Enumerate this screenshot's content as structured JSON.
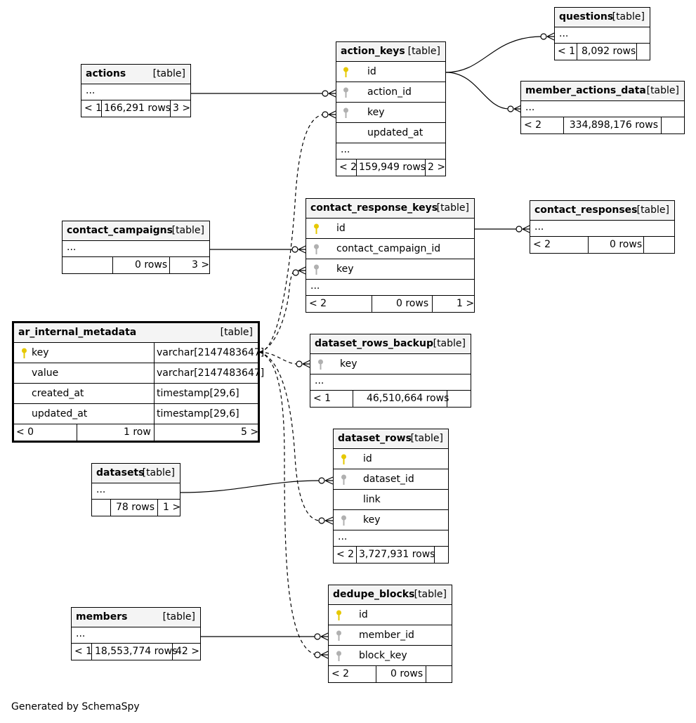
{
  "colors": {
    "primary_key": "#e6c800",
    "foreign_key": "#b0b0b0",
    "line": "#000000",
    "header_bg": "#f4f4f4"
  },
  "tables": {
    "questions": {
      "name": "questions",
      "type": "[table]",
      "ellipsis": "...",
      "parents": "< 1",
      "rows": "8,092 rows",
      "children": ""
    },
    "action_keys": {
      "name": "action_keys",
      "type": "[table]",
      "columns": [
        {
          "name": "id",
          "key": "primary"
        },
        {
          "name": "action_id",
          "key": "foreign"
        },
        {
          "name": "key",
          "key": "foreign"
        },
        {
          "name": "updated_at",
          "key": ""
        }
      ],
      "ellipsis": "...",
      "parents": "< 2",
      "rows": "159,949 rows",
      "children": "2 >"
    },
    "actions": {
      "name": "actions",
      "type": "[table]",
      "ellipsis": "...",
      "parents": "< 1",
      "rows": "166,291 rows",
      "children": "3 >"
    },
    "member_actions_data": {
      "name": "member_actions_data",
      "type": "[table]",
      "ellipsis": "...",
      "parents": "< 2",
      "rows": "334,898,176 rows",
      "children": ""
    },
    "contact_response_keys": {
      "name": "contact_response_keys",
      "type": "[table]",
      "columns": [
        {
          "name": "id",
          "key": "primary"
        },
        {
          "name": "contact_campaign_id",
          "key": "foreign"
        },
        {
          "name": "key",
          "key": "foreign"
        }
      ],
      "ellipsis": "...",
      "parents": "< 2",
      "rows": "0 rows",
      "children": "1 >"
    },
    "contact_campaigns": {
      "name": "contact_campaigns",
      "type": "[table]",
      "ellipsis": "...",
      "parents": "",
      "rows": "0 rows",
      "children": "3 >"
    },
    "contact_responses": {
      "name": "contact_responses",
      "type": "[table]",
      "ellipsis": "...",
      "parents": "< 2",
      "rows": "0 rows",
      "children": ""
    },
    "ar_internal_metadata": {
      "name": "ar_internal_metadata",
      "type": "[table]",
      "columns": [
        {
          "name": "key",
          "key": "primary",
          "type": "varchar[2147483647]"
        },
        {
          "name": "value",
          "key": "",
          "type": "varchar[2147483647]"
        },
        {
          "name": "created_at",
          "key": "",
          "type": "timestamp[29,6]"
        },
        {
          "name": "updated_at",
          "key": "",
          "type": "timestamp[29,6]"
        }
      ],
      "parents": "< 0",
      "rows": "1 row",
      "children": "5 >"
    },
    "dataset_rows_backup": {
      "name": "dataset_rows_backup",
      "type": "[table]",
      "columns": [
        {
          "name": "key",
          "key": "foreign"
        }
      ],
      "ellipsis": "...",
      "parents": "< 1",
      "rows": "46,510,664 rows",
      "children": ""
    },
    "dataset_rows": {
      "name": "dataset_rows",
      "type": "[table]",
      "columns": [
        {
          "name": "id",
          "key": "primary"
        },
        {
          "name": "dataset_id",
          "key": "foreign"
        },
        {
          "name": "link",
          "key": ""
        },
        {
          "name": "key",
          "key": "foreign"
        }
      ],
      "ellipsis": "...",
      "parents": "< 2",
      "rows": "3,727,931 rows",
      "children": ""
    },
    "datasets": {
      "name": "datasets",
      "type": "[table]",
      "ellipsis": "...",
      "parents": "",
      "rows": "78 rows",
      "children": "1 >"
    },
    "dedupe_blocks": {
      "name": "dedupe_blocks",
      "type": "[table]",
      "columns": [
        {
          "name": "id",
          "key": "primary"
        },
        {
          "name": "member_id",
          "key": "foreign"
        },
        {
          "name": "block_key",
          "key": "foreign"
        }
      ],
      "parents": "< 2",
      "rows": "0 rows",
      "children": ""
    },
    "members": {
      "name": "members",
      "type": "[table]",
      "ellipsis": "...",
      "parents": "< 1",
      "rows": "18,553,774 rows",
      "children": "42 >"
    }
  },
  "footer": "Generated by SchemaSpy"
}
